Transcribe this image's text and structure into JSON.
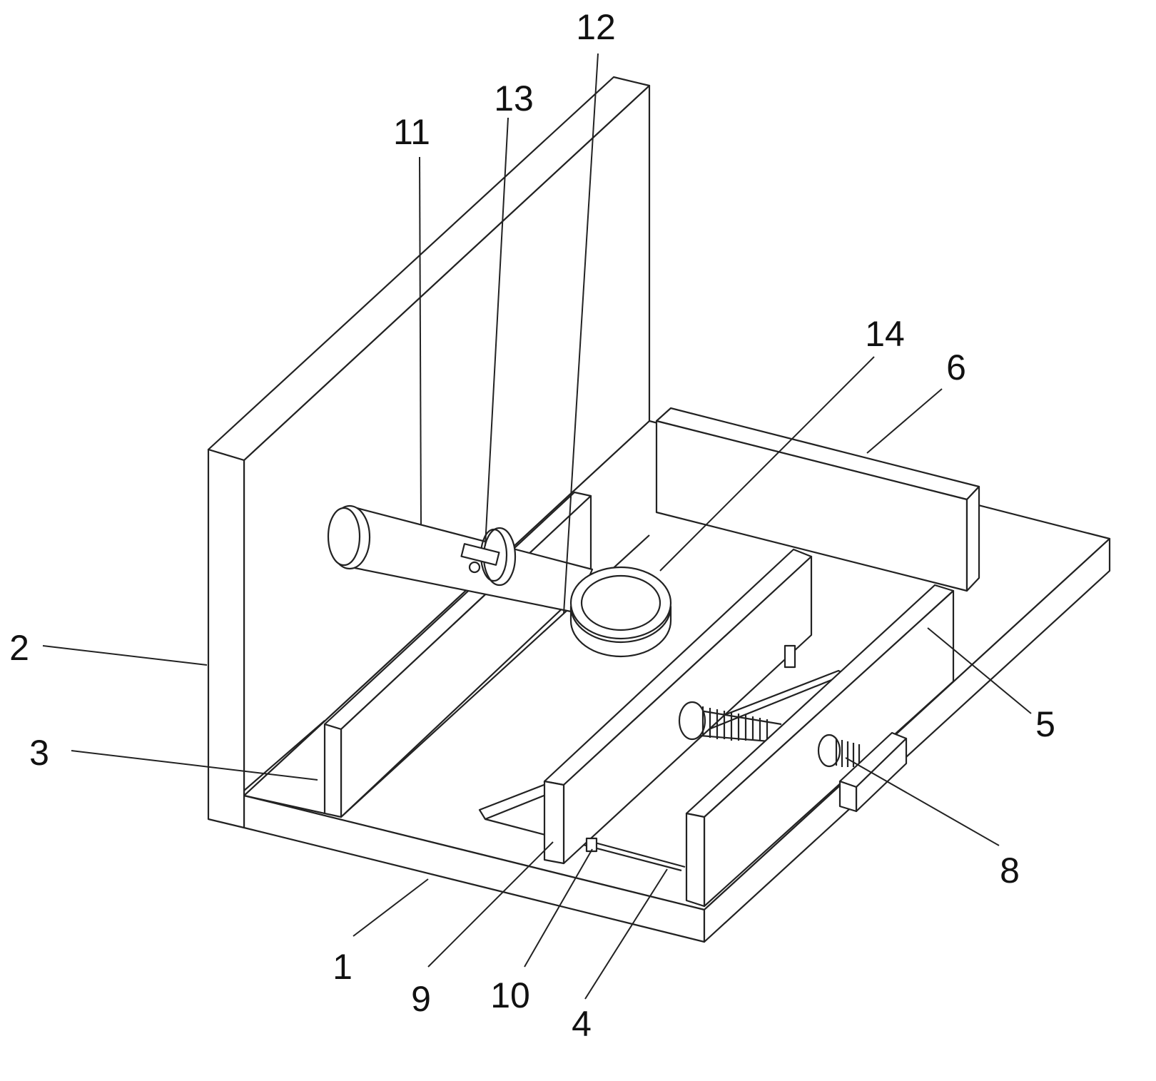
{
  "figure": {
    "labels": [
      {
        "id": "1",
        "text": "1"
      },
      {
        "id": "2",
        "text": "2"
      },
      {
        "id": "3",
        "text": "3"
      },
      {
        "id": "4",
        "text": "4"
      },
      {
        "id": "5",
        "text": "5"
      },
      {
        "id": "6",
        "text": "6"
      },
      {
        "id": "8",
        "text": "8"
      },
      {
        "id": "9",
        "text": "9"
      },
      {
        "id": "10",
        "text": "10"
      },
      {
        "id": "11",
        "text": "11"
      },
      {
        "id": "12",
        "text": "12"
      },
      {
        "id": "13",
        "text": "13"
      },
      {
        "id": "14",
        "text": "14"
      }
    ]
  }
}
